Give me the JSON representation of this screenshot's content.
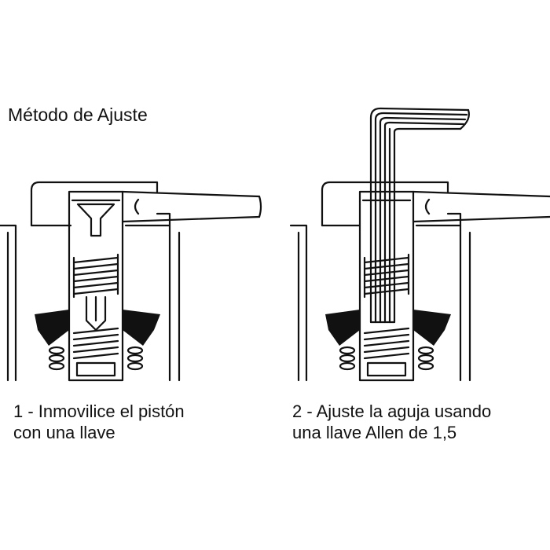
{
  "title": "Método de Ajuste",
  "steps": [
    {
      "line1": "1 - Inmovilice el pistón",
      "line2": "con una llave"
    },
    {
      "line1": "2 - Ajuste la aguja usando",
      "line2": "una llave Allen de 1,5"
    }
  ],
  "colors": {
    "ink": "#111111",
    "seal": "#111111",
    "background": "#ffffff"
  },
  "icons": [
    "open-wrench-icon",
    "allen-key-icon"
  ]
}
